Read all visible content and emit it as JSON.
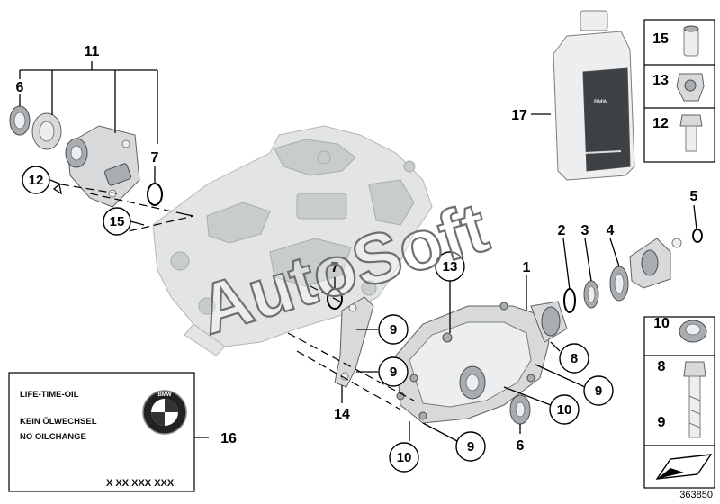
{
  "diagram": {
    "callouts": {
      "n11": "11",
      "n6a": "6",
      "n7a": "7",
      "n12a": "12",
      "n15a": "15",
      "n13a": "13",
      "n7b": "7",
      "n9a": "9",
      "n9b": "9",
      "n14": "14",
      "n1": "1",
      "n2": "2",
      "n3": "3",
      "n4": "4",
      "n5": "5",
      "n8": "8",
      "n9c": "9",
      "n10a": "10",
      "n6b": "6",
      "n9d": "9",
      "n10b": "10",
      "n17": "17",
      "n16": "16"
    },
    "side_panel": {
      "top": [
        "15",
        "13",
        "12"
      ],
      "bottom": [
        "10",
        "8",
        "9"
      ]
    },
    "label_panel": {
      "line1": "LIFE-TIME-OIL",
      "line2": "KEIN ÖLWECHSEL",
      "line3": "NO OILCHANGE",
      "part_no": "X XX XXX XXX",
      "logo_letters": "BMW"
    },
    "bottle_label": "BMW",
    "watermark": "AutoSoft",
    "diagram_ref": "363850"
  }
}
